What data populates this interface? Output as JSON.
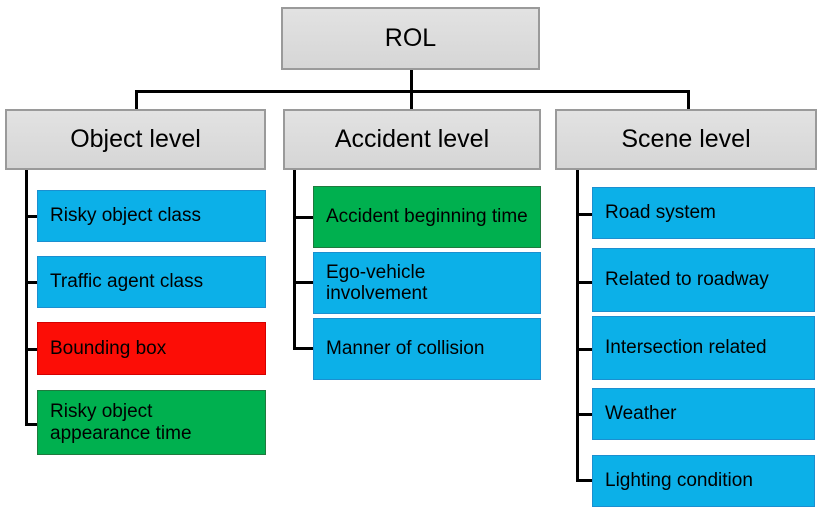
{
  "diagram": {
    "title": "ROL",
    "root": {
      "label": "ROL"
    },
    "levels": [
      {
        "label": "Object level"
      },
      {
        "label": "Accident level"
      },
      {
        "label": "Scene level"
      }
    ],
    "object_level_items": [
      {
        "label": "Risky object class",
        "color": "#0cb0e8",
        "color_name": "blue"
      },
      {
        "label": "Traffic agent class",
        "color": "#0cb0e8",
        "color_name": "blue"
      },
      {
        "label": "Bounding box",
        "color": "#fc0d06",
        "color_name": "red"
      },
      {
        "label": "Risky object appearance time",
        "color": "#00b04f",
        "color_name": "green"
      }
    ],
    "accident_level_items": [
      {
        "label": "Accident beginning time",
        "color": "#00b04f",
        "color_name": "green"
      },
      {
        "label": "Ego-vehicle involvement",
        "color": "#0cb0e8",
        "color_name": "blue"
      },
      {
        "label": "Manner of collision",
        "color": "#0cb0e8",
        "color_name": "blue"
      }
    ],
    "scene_level_items": [
      {
        "label": "Road system",
        "color": "#0cb0e8",
        "color_name": "blue"
      },
      {
        "label": "Related to roadway",
        "color": "#0cb0e8",
        "color_name": "blue"
      },
      {
        "label": "Intersection related",
        "color": "#0cb0e8",
        "color_name": "blue"
      },
      {
        "label": "Weather",
        "color": "#0cb0e8",
        "color_name": "blue"
      },
      {
        "label": "Lighting condition",
        "color": "#0cb0e8",
        "color_name": "blue"
      }
    ],
    "colors": {
      "node_fill": "#dcdcdc",
      "node_border": "#9a9a9a",
      "blue": "#0cb0e8",
      "green": "#00b04f",
      "red": "#fc0d06",
      "connector": "#000000",
      "background": "#ffffff"
    }
  }
}
